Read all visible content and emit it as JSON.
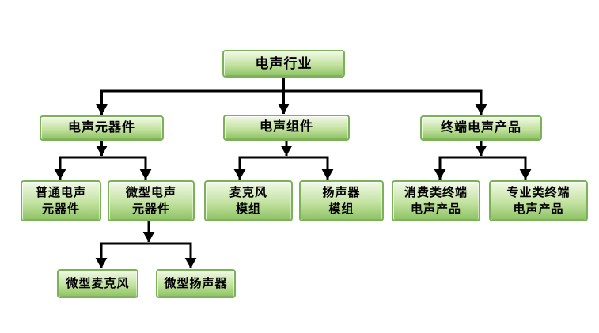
{
  "diagram": {
    "type": "org-chart",
    "nodes": {
      "electroacoustic_industry": {
        "label": "电声行业"
      },
      "electroacoustic_components": {
        "label": "电声元器件"
      },
      "electroacoustic_modules": {
        "label": "电声组件"
      },
      "terminal_products": {
        "label": "终端电声产品"
      },
      "ordinary_components": {
        "label": "普通电声\n元器件"
      },
      "micro_components": {
        "label": "微型电声\n元器件"
      },
      "microphone_module": {
        "label": "麦克风\n模组"
      },
      "speaker_module": {
        "label": "扬声器\n模组"
      },
      "consumer_products": {
        "label": "消费类终端\n电声产品"
      },
      "professional_products": {
        "label": "专业类终端\n电声产品"
      },
      "micro_microphone": {
        "label": "微型麦克风"
      },
      "micro_speaker": {
        "label": "微型扬声器"
      }
    },
    "hierarchy": [
      {
        "parent": "electroacoustic_industry",
        "children": [
          "electroacoustic_components",
          "electroacoustic_modules",
          "terminal_products"
        ]
      },
      {
        "parent": "electroacoustic_components",
        "children": [
          "ordinary_components",
          "micro_components"
        ]
      },
      {
        "parent": "electroacoustic_modules",
        "children": [
          "microphone_module",
          "speaker_module"
        ]
      },
      {
        "parent": "terminal_products",
        "children": [
          "consumer_products",
          "professional_products"
        ]
      },
      {
        "parent": "micro_components",
        "children": [
          "micro_microphone",
          "micro_speaker"
        ]
      }
    ]
  },
  "colors": {
    "box_border": "#7cb257",
    "box_grad_top": "#f1f9e7",
    "box_grad_mid": "#c3e2a0",
    "box_grad_bottom": "#8dc264",
    "line": "#000000",
    "text": "#000000",
    "background": "#ffffff"
  }
}
